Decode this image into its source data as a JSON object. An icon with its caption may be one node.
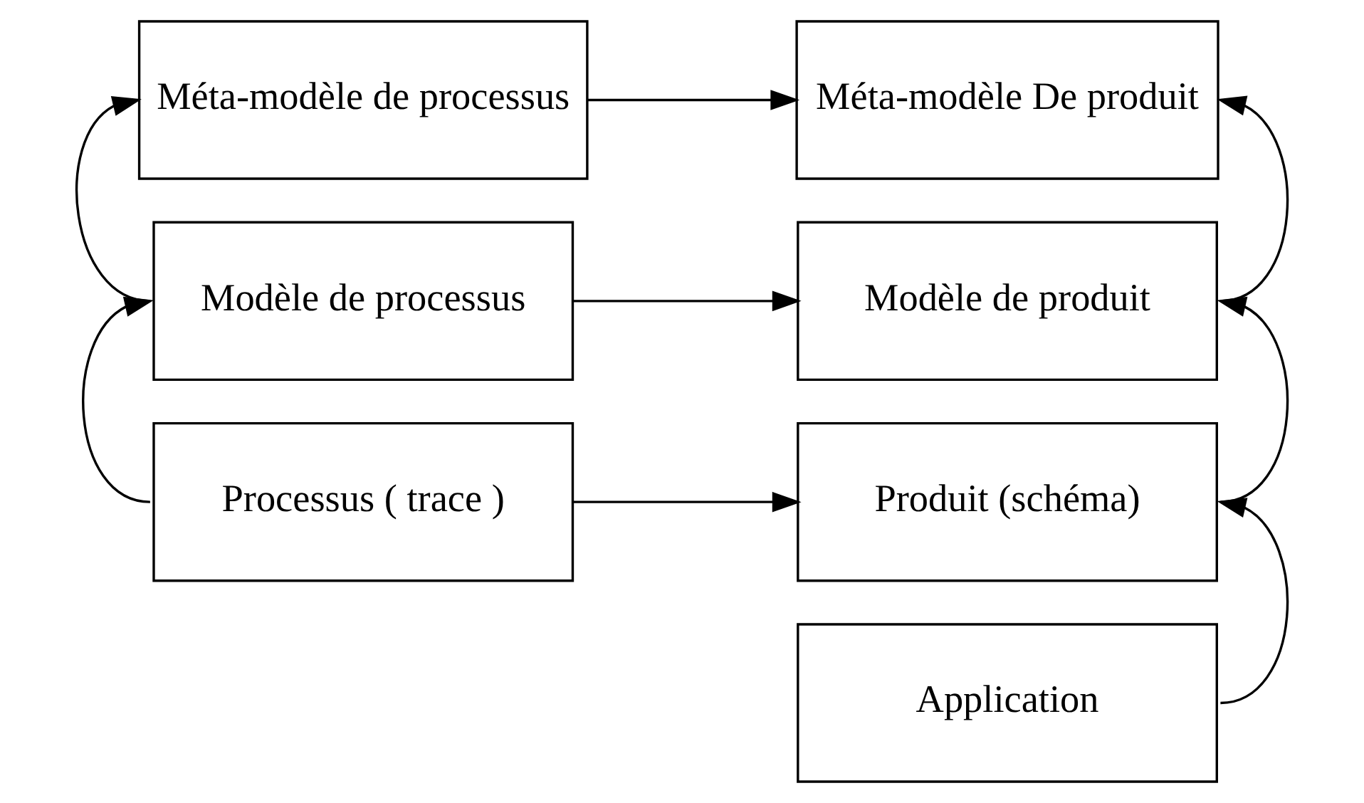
{
  "diagram": {
    "nodes": [
      {
        "text": [
          "Méta-modèle de processus"
        ]
      },
      {
        "text": [
          "Modèle de processus"
        ]
      },
      {
        "text": [
          "Processus ( trace )"
        ]
      },
      {
        "text": [
          "Méta-modèle De produit"
        ]
      },
      {
        "text": [
          "Modèle de produit"
        ]
      },
      {
        "text": [
          "Produit (schéma)"
        ]
      },
      {
        "text": [
          "Application"
        ]
      }
    ],
    "edges": [
      {
        "from": 1,
        "to": 0,
        "arrow": "to"
      },
      {
        "from": 2,
        "to": 1,
        "arrow": "to"
      },
      {
        "from": 0,
        "to": 3,
        "arrow": "to"
      },
      {
        "from": 1,
        "to": 4,
        "arrow": "to"
      },
      {
        "from": 2,
        "to": 5,
        "arrow": "to"
      },
      {
        "from": 4,
        "to": 3,
        "arrow": "to"
      },
      {
        "from": 5,
        "to": 4,
        "arrow": "to"
      },
      {
        "from": 6,
        "to": 5,
        "arrow": "to"
      }
    ]
  }
}
